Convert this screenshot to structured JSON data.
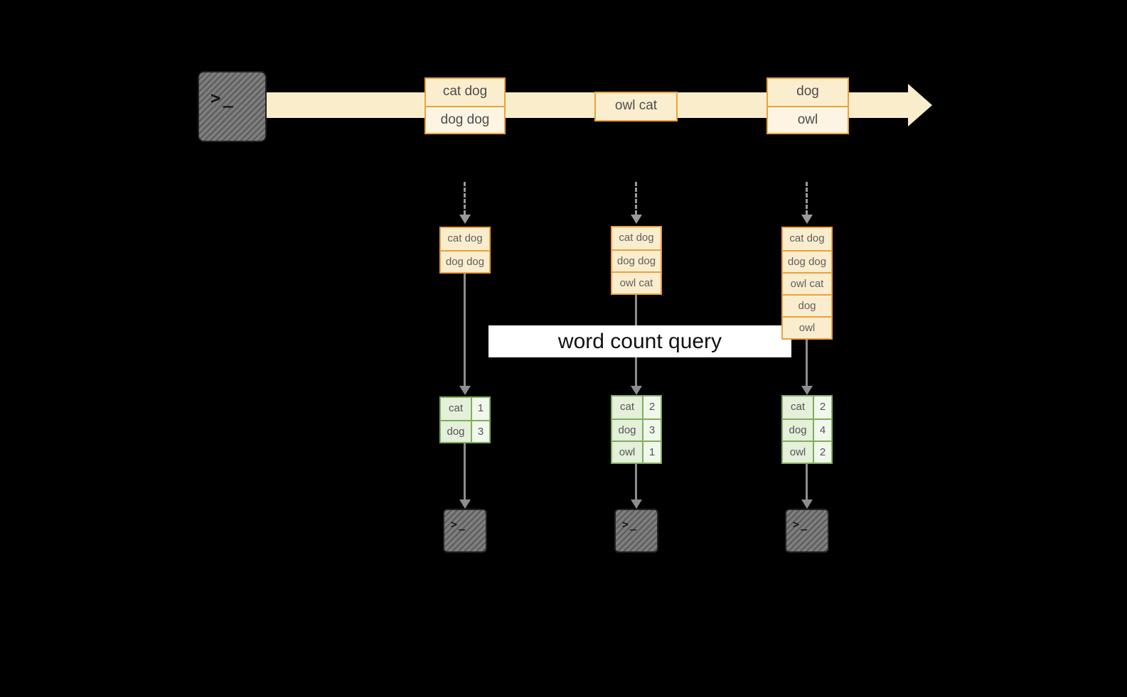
{
  "banner": {
    "label": "word count query"
  },
  "icons": {
    "terminal_prompt": ">_"
  },
  "colors": {
    "background": "#000000",
    "stream_fill": "#FAEDCB",
    "batch_border": "#E9A23B",
    "batch_fill_top": "#FBEECE",
    "batch_fill_bottom": "#FDF4E3",
    "input_fill": "#FAEDCE",
    "result_border": "#7FAE5C",
    "result_fill_word": "#E4F0DA",
    "result_fill_count": "#F0F7EB",
    "arrow_gray": "#8d8d8d",
    "banner_fill": "#FFFFFF",
    "terminal_fill": "#7e7e7e"
  },
  "stream": {
    "batches": [
      {
        "rows": [
          "cat dog",
          "dog dog"
        ]
      },
      {
        "rows": [
          "owl cat"
        ]
      },
      {
        "rows": [
          "dog",
          "owl"
        ]
      }
    ]
  },
  "columns": [
    {
      "input_rows": [
        "cat dog",
        "dog dog"
      ],
      "results": [
        [
          "cat",
          "1"
        ],
        [
          "dog",
          "3"
        ]
      ]
    },
    {
      "input_rows": [
        "cat dog",
        "dog dog",
        "owl cat"
      ],
      "results": [
        [
          "cat",
          "2"
        ],
        [
          "dog",
          "3"
        ],
        [
          "owl",
          "1"
        ]
      ]
    },
    {
      "input_rows": [
        "cat dog",
        "dog dog",
        "owl cat",
        "dog",
        "owl"
      ],
      "results": [
        [
          "cat",
          "2"
        ],
        [
          "dog",
          "4"
        ],
        [
          "owl",
          "2"
        ]
      ]
    }
  ]
}
